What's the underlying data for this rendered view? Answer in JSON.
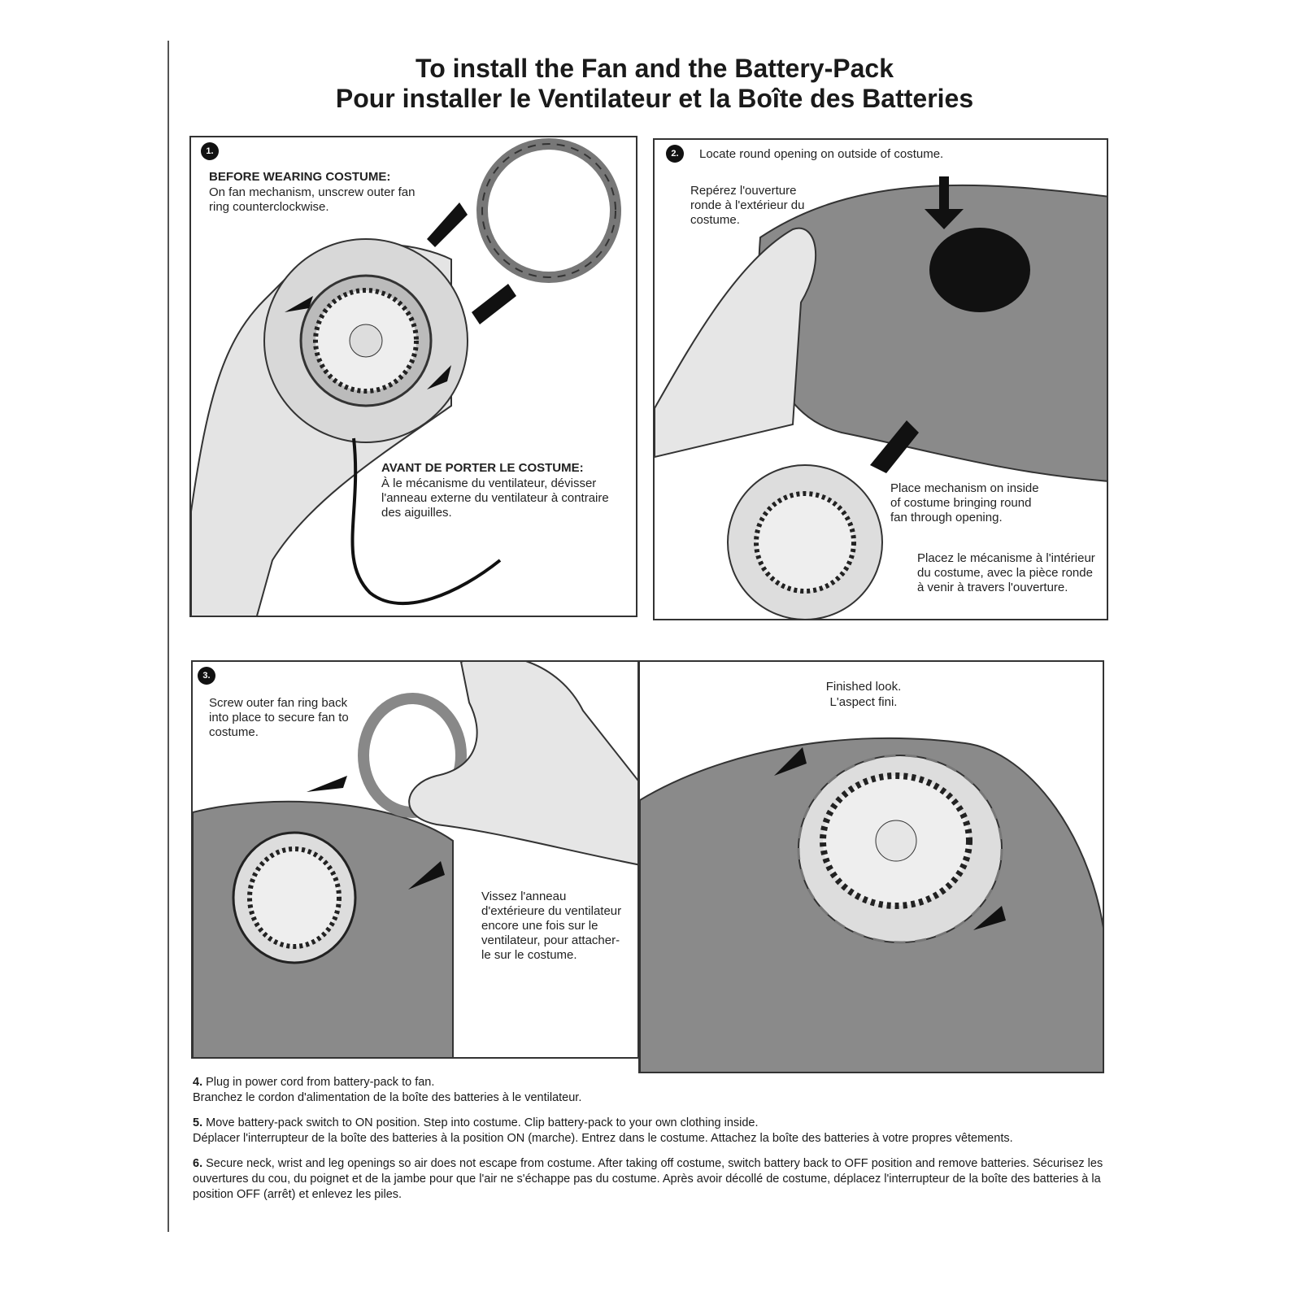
{
  "title": {
    "line1": "To install the Fan and the Battery-Pack",
    "line2": "Pour installer le Ventilateur et la Boîte des Batteries"
  },
  "panel1": {
    "number": "1.",
    "heading_en": "BEFORE WEARING COSTUME:",
    "text_en": "On fan mechanism, unscrew outer fan ring counterclockwise.",
    "heading_fr": "AVANT DE PORTER LE COSTUME:",
    "text_fr": "À le mécanisme du ventilateur, dévisser l'anneau externe du ventilateur à contraire des aiguilles."
  },
  "panel2": {
    "number": "2.",
    "text_en_top": "Locate round opening on outside of costume.",
    "text_fr_top": "Repérez l'ouverture ronde à l'extérieur du costume.",
    "text_en_bottom": "Place mechanism on inside of costume bringing round fan through opening.",
    "text_fr_bottom": "Placez le mécanisme à l'intérieur du costume, avec la pièce ronde à venir à travers l'ouverture."
  },
  "panel3": {
    "number": "3.",
    "text_en": "Screw outer fan ring back into place to secure fan to costume.",
    "text_fr": "Vissez l'anneau d'extérieure du ventilateur encore une fois sur le ventilateur, pour attacher-le sur le costume."
  },
  "panel4": {
    "text_en": "Finished look.",
    "text_fr": "L'aspect fini."
  },
  "steps": [
    {
      "num": "4.",
      "en": "Plug in power cord from battery-pack to fan.",
      "fr": "Branchez le cordon d'alimentation de la boîte des batteries à le ventilateur."
    },
    {
      "num": "5.",
      "en": "Move battery-pack switch to ON position. Step into costume. Clip battery-pack to your own clothing inside.",
      "fr": "Déplacer l'interrupteur de la boîte des batteries à la position ON (marche). Entrez dans le costume. Attachez la boîte des batteries à votre propres vêtements."
    },
    {
      "num": "6.",
      "en": "Secure neck, wrist and leg openings so air does not escape from costume. After taking off costume, switch battery back to OFF position and remove batteries.",
      "fr": "Sécurisez les ouvertures du cou, du poignet et de la jambe pour que l'air ne s'échappe pas du costume. Après avoir décollé de costume, déplacez l'interrupteur de la boîte des batteries à la position OFF (arrêt) et enlevez les piles."
    }
  ]
}
